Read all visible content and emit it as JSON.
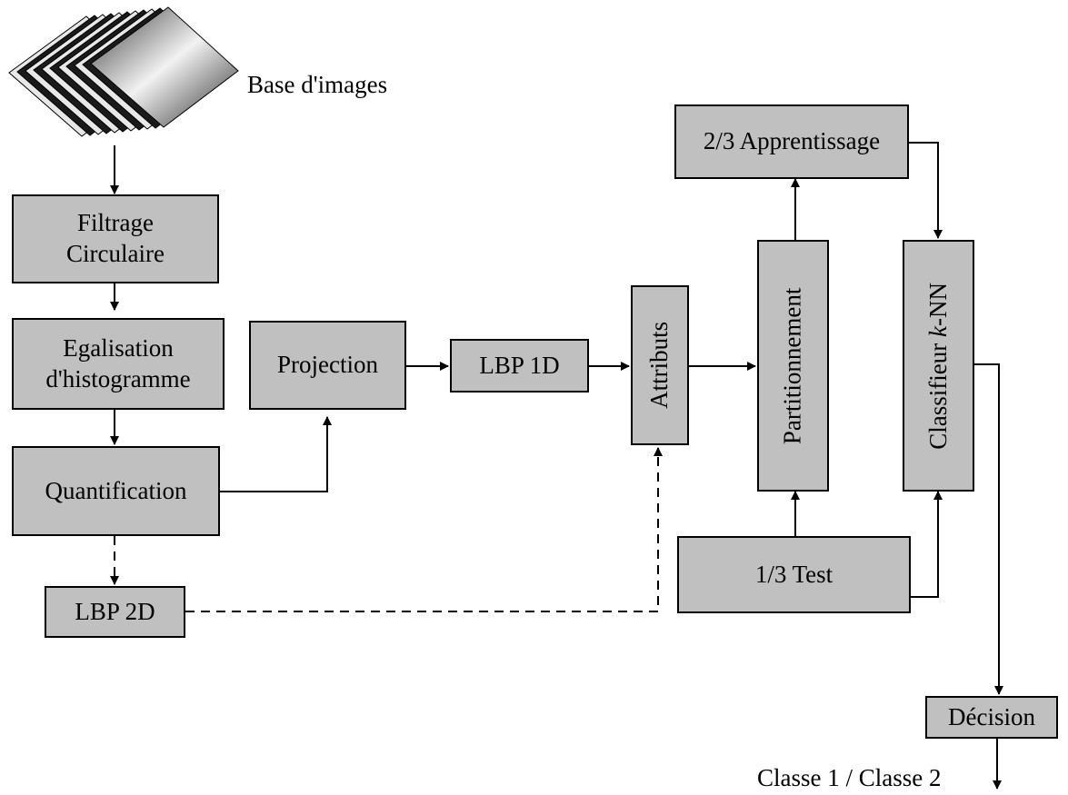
{
  "image_base": {
    "label": "Base d'images"
  },
  "boxes": {
    "filtrage": [
      "Filtrage",
      "Circulaire"
    ],
    "egalisation": [
      "Egalisation",
      "d'histogramme"
    ],
    "quantification": "Quantification",
    "lbp2d": "LBP 2D",
    "projection": "Projection",
    "lbp1d": "LBP 1D",
    "attributs": "Attributs",
    "partitionnement": "Partitionnement",
    "apprentissage": "2/3 Apprentissage",
    "test": "1/3 Test",
    "classifieur": {
      "prefix": "Classifieur ",
      "k": "k",
      "suffix": "-NN"
    },
    "decision": "Décision"
  },
  "output_label": "Classe 1 / Classe 2",
  "colors": {
    "box_fill": "#c0c0c0",
    "stroke": "#000000"
  }
}
